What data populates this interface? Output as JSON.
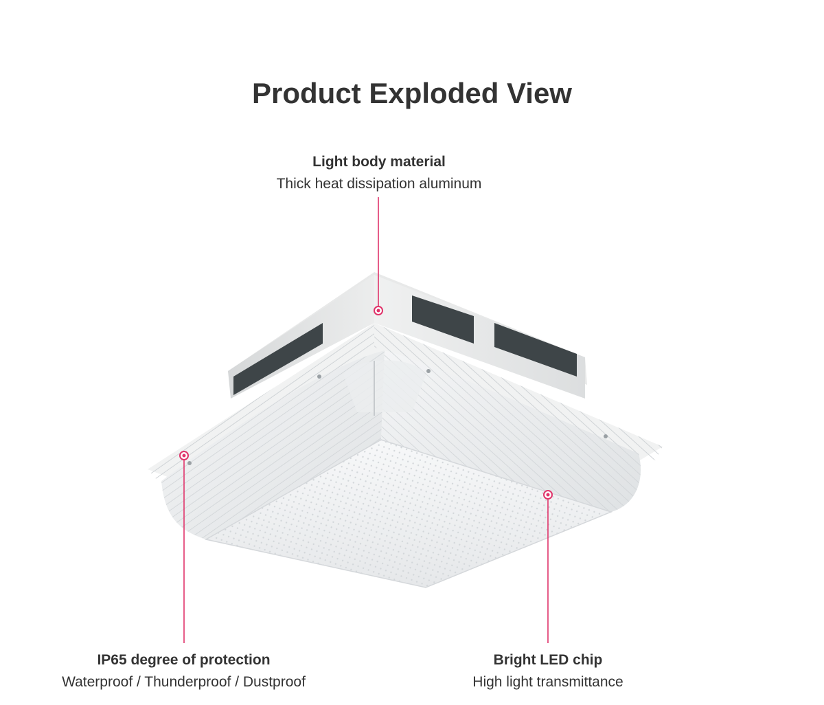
{
  "title": "Product Exploded View",
  "callouts": {
    "top": {
      "heading": "Light body material",
      "text": "Thick heat dissipation aluminum"
    },
    "left": {
      "heading": "IP65 degree of protection",
      "text": "Waterproof / Thunderproof / Dustproof"
    },
    "right": {
      "heading": "Bright LED chip",
      "text": "High light transmittance"
    }
  },
  "colors": {
    "accent": "#e0336a",
    "text": "#333333",
    "housing": "#e6e7e7",
    "lens": "#f2f3f4"
  }
}
